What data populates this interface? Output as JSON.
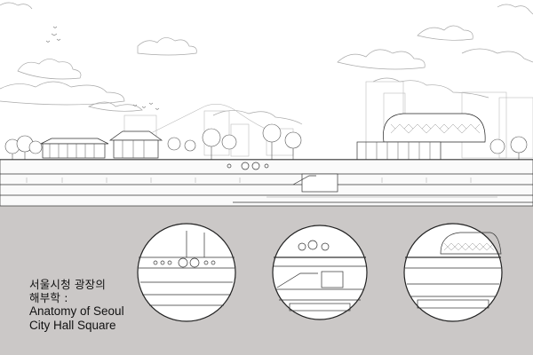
{
  "poster": {
    "title_ko_line1": "서울시청 광장의",
    "title_ko_line2": "해부학 :",
    "title_en_line1": "Anatomy of Seoul",
    "title_en_line2": "City Hall Square"
  },
  "colors": {
    "ground": "#cbc8c7",
    "line": "#333333",
    "sky_line": "#9a9a9a"
  },
  "icons": [
    "cloud-illustration",
    "tree-illustration",
    "building-illustration"
  ]
}
